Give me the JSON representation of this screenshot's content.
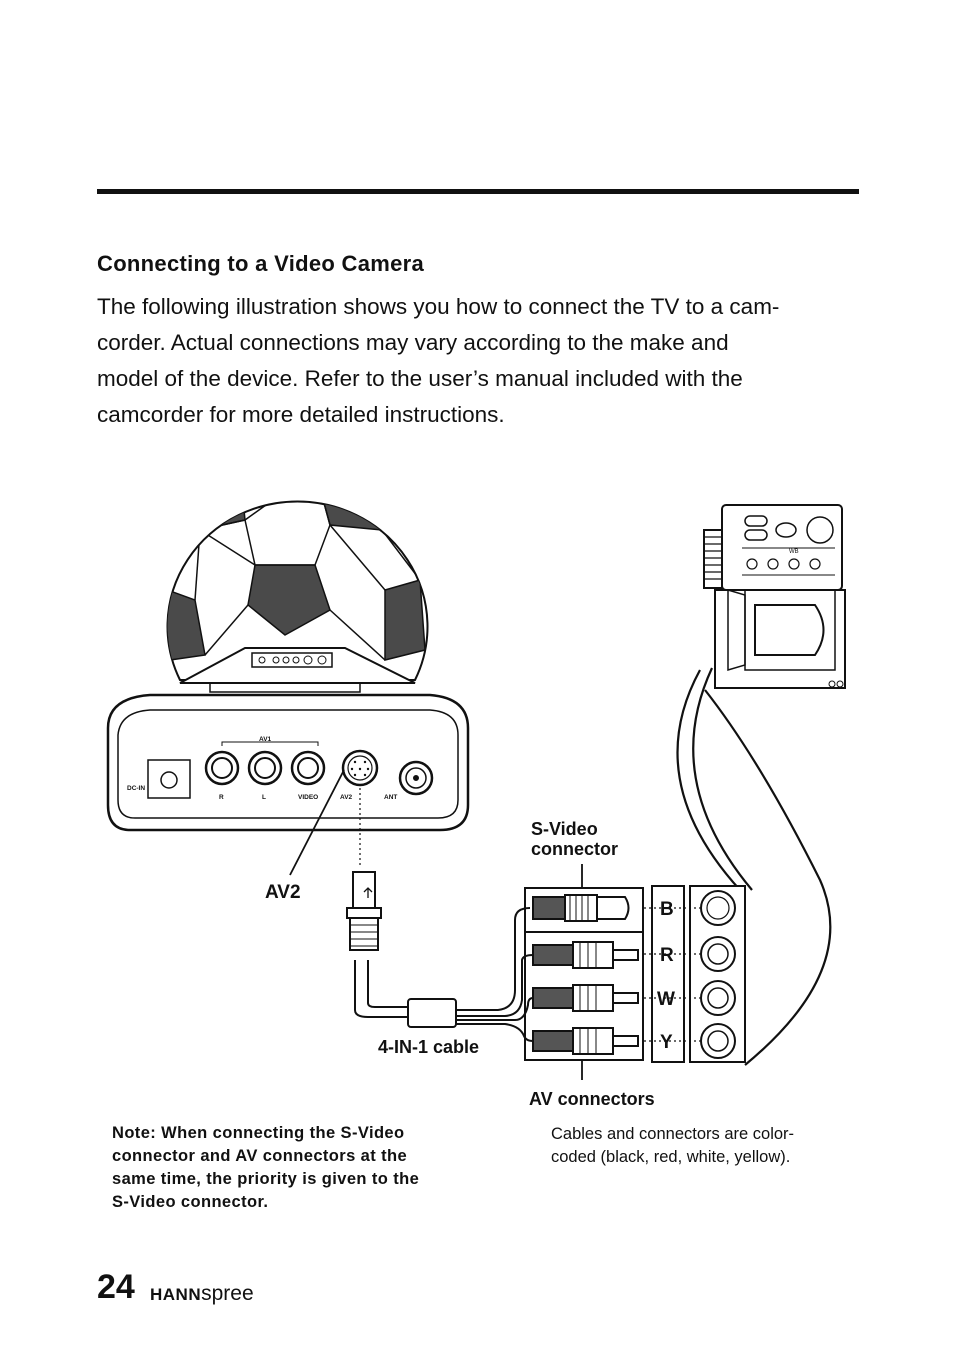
{
  "section_title": "Connecting to a Video Camera",
  "intro_lines": [
    "The following illustration shows you how to connect the TV to a cam-",
    "corder. Actual connections may vary according to the make and",
    "model of the device. Refer to the user’s manual included with the",
    "camcorder for more detailed instructions."
  ],
  "figure": {
    "panel_labels": {
      "dc_in": "DC-IN",
      "av1": "AV1",
      "r": "R",
      "l": "L",
      "video": "VIDEO",
      "av2": "AV2",
      "ant": "ANT"
    },
    "camcorder_label": "WB",
    "callouts": {
      "av2": "AV2",
      "svideo_line1": "S-Video",
      "svideo_line2": "connector",
      "cable": "4-IN-1 cable",
      "av_connectors": "AV connectors"
    },
    "plug_letters": [
      "B",
      "R",
      "W",
      "Y"
    ]
  },
  "note_lines": [
    "Note: When connecting the S-Video",
    "connector and AV connectors at the",
    "same time, the priority is given to the",
    "S-Video connector."
  ],
  "caption_lines": [
    "Cables and connectors are color-",
    "coded (black, red, white, yellow)."
  ],
  "footer": {
    "page_number": "24",
    "brand_bold": "HANN",
    "brand_light": "spree"
  }
}
